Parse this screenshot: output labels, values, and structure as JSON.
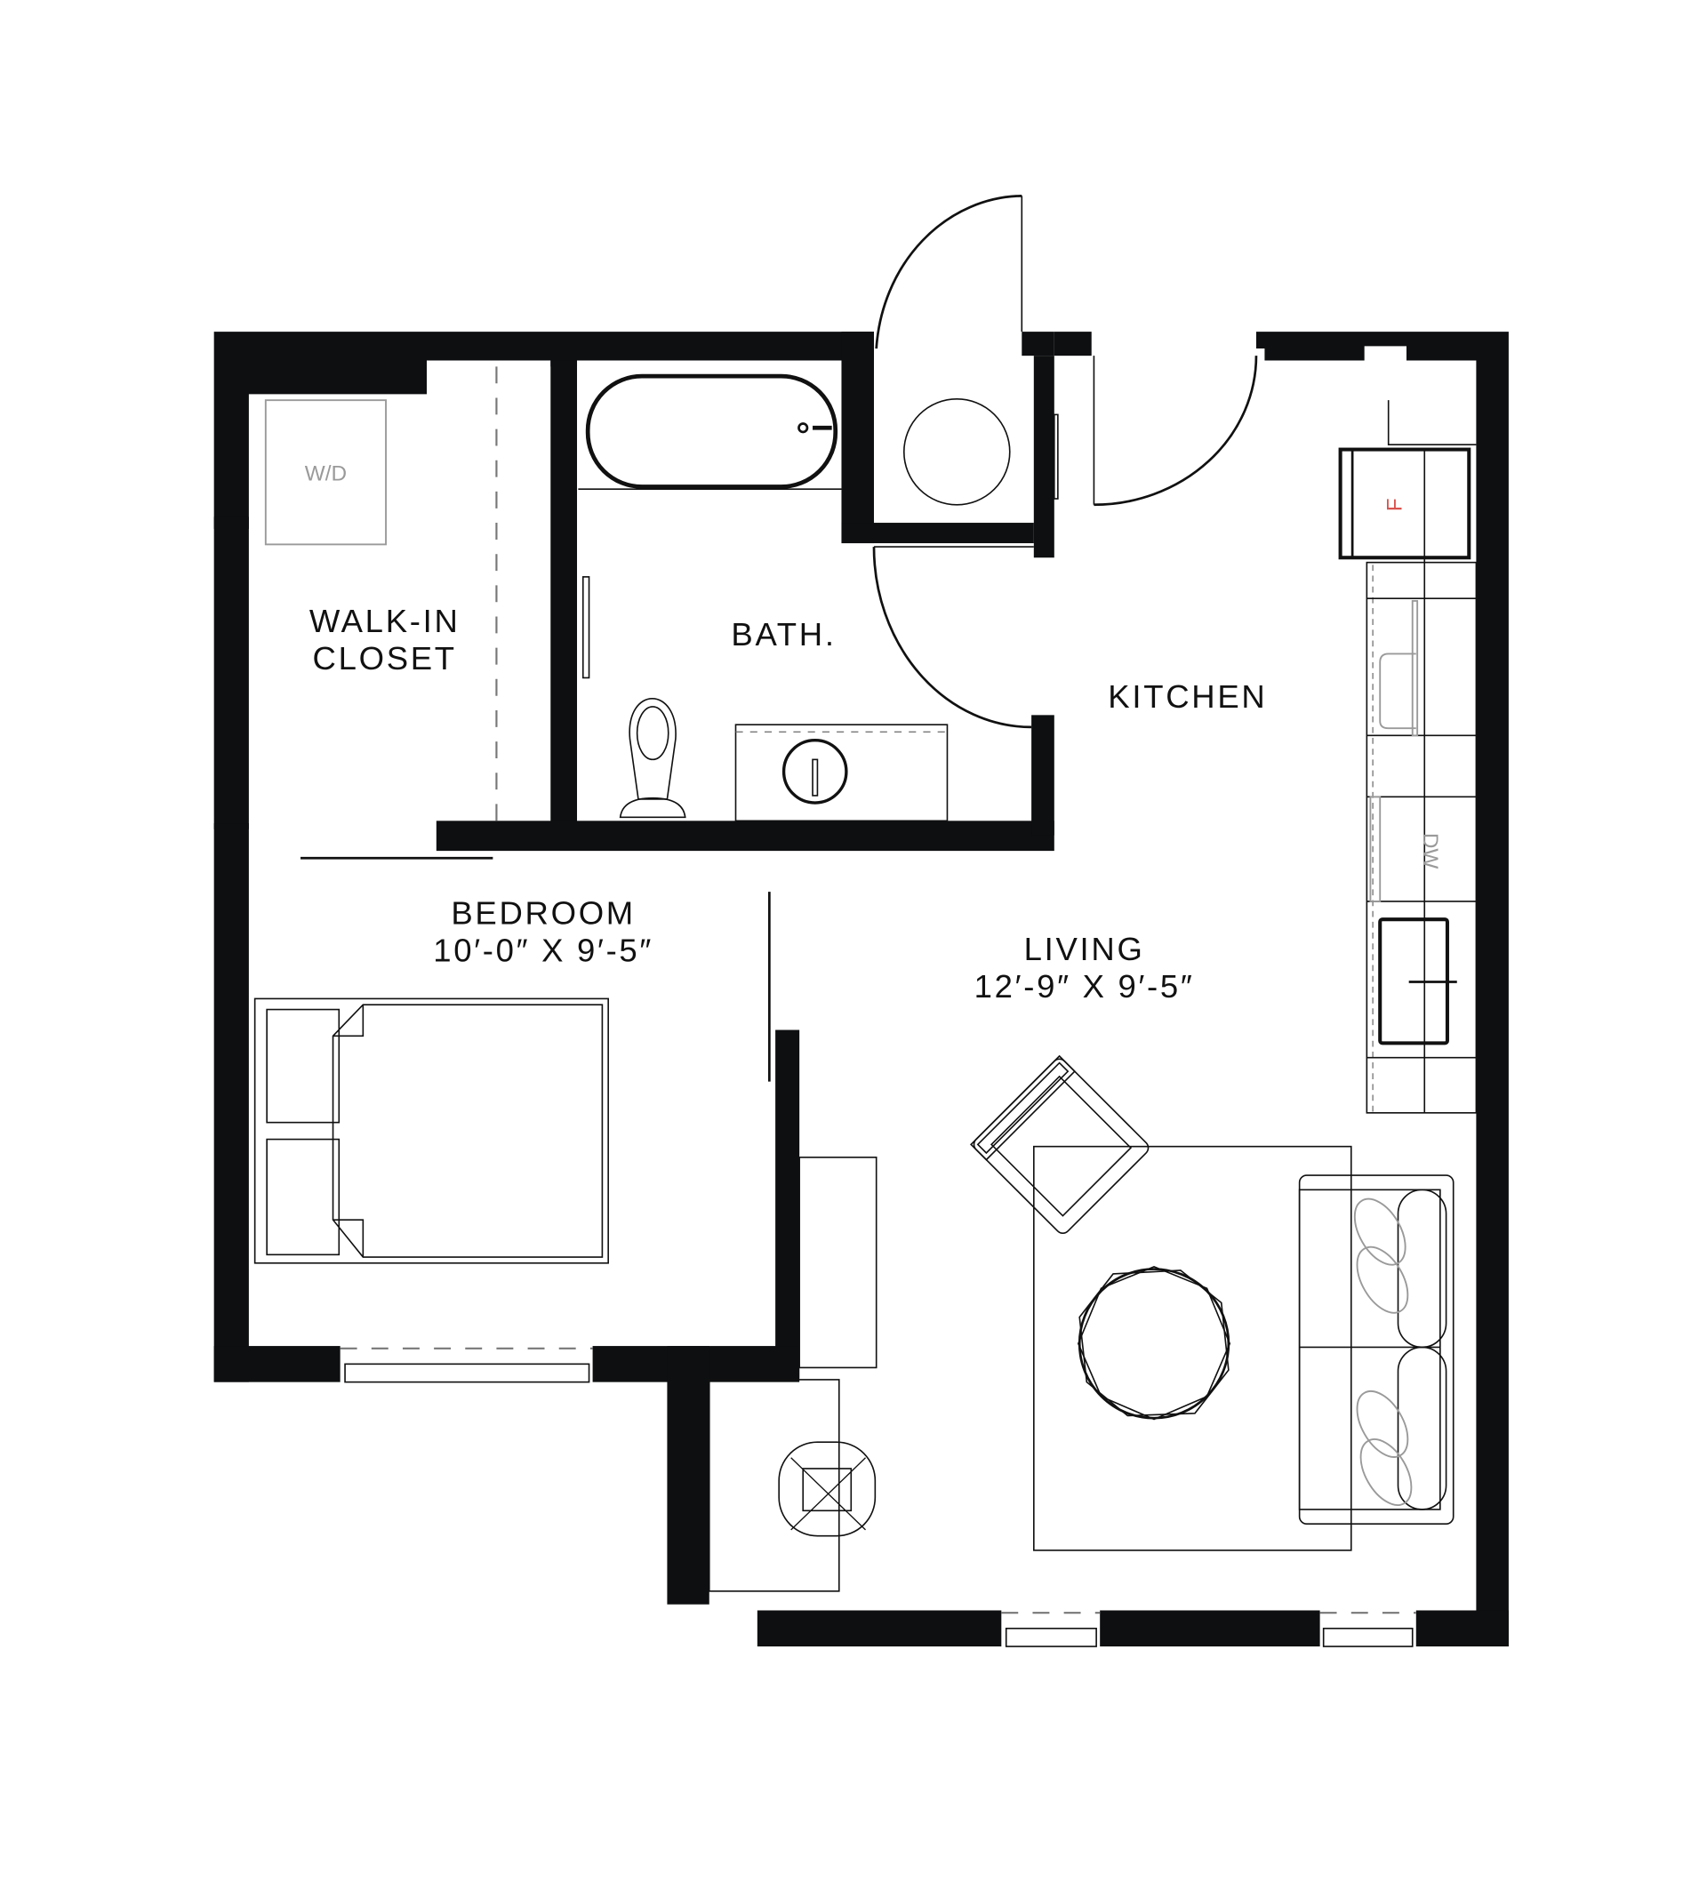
{
  "plan": {
    "type": "apartment-floor-plan",
    "rooms": [
      {
        "id": "walk-in-closet",
        "label_line1": "WALK-IN",
        "label_line2": "CLOSET"
      },
      {
        "id": "bath",
        "label": "BATH."
      },
      {
        "id": "kitchen",
        "label": "KITCHEN"
      },
      {
        "id": "bedroom",
        "label": "BEDROOM",
        "dimensions": "10′-0″ X 9′-5″"
      },
      {
        "id": "living",
        "label": "LIVING",
        "dimensions": "12′-9″ X 9′-5″"
      }
    ],
    "appliances": {
      "washer_dryer": "W/D",
      "fridge": "F",
      "dishwasher": "DW"
    },
    "colors": {
      "wall": "#0d0f10",
      "fixture_gray": "#9a9a9a",
      "fridge_label": "#d9534f"
    }
  }
}
